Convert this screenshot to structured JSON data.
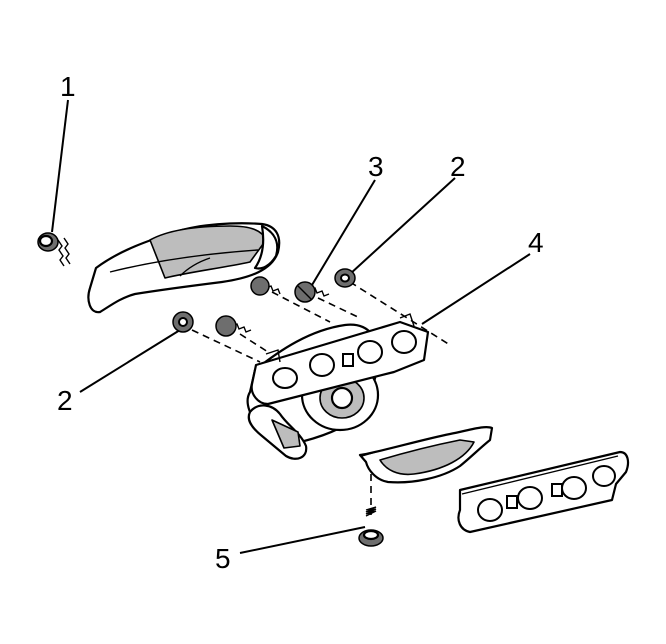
{
  "diagram": {
    "callouts": [
      {
        "id": "c1",
        "label": "1"
      },
      {
        "id": "c2a",
        "label": "2"
      },
      {
        "id": "c2b",
        "label": "2"
      },
      {
        "id": "c3",
        "label": "3"
      },
      {
        "id": "c4",
        "label": "4"
      },
      {
        "id": "c5",
        "label": "5"
      }
    ]
  },
  "colors": {
    "line": "#000000",
    "shading": "#bdbdbd",
    "background": "#ffffff"
  }
}
